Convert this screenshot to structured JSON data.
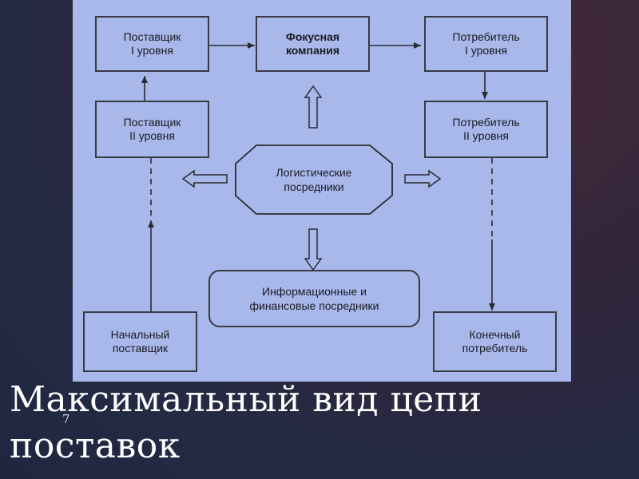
{
  "slide": {
    "title": "Максимальный вид цепи поставок",
    "number": "7"
  },
  "diagram": {
    "supplier_1": "Поставщик\nI уровня",
    "focal_company": "Фокусная\nкомпания",
    "consumer_1": "Потребитель\nI уровня",
    "supplier_2": "Поставщик\nII уровня",
    "consumer_2": "Потребитель\nII уровня",
    "logistics_intermediaries": "Логистические\nпосредники",
    "info_fin_intermediaries": "Информационные и\nфинансовые посредники",
    "initial_supplier": "Начальный\nпоставщик",
    "end_consumer": "Конечный\nпотребитель"
  },
  "colors": {
    "panel": "#a8b8ea",
    "line": "#3a3a44"
  }
}
